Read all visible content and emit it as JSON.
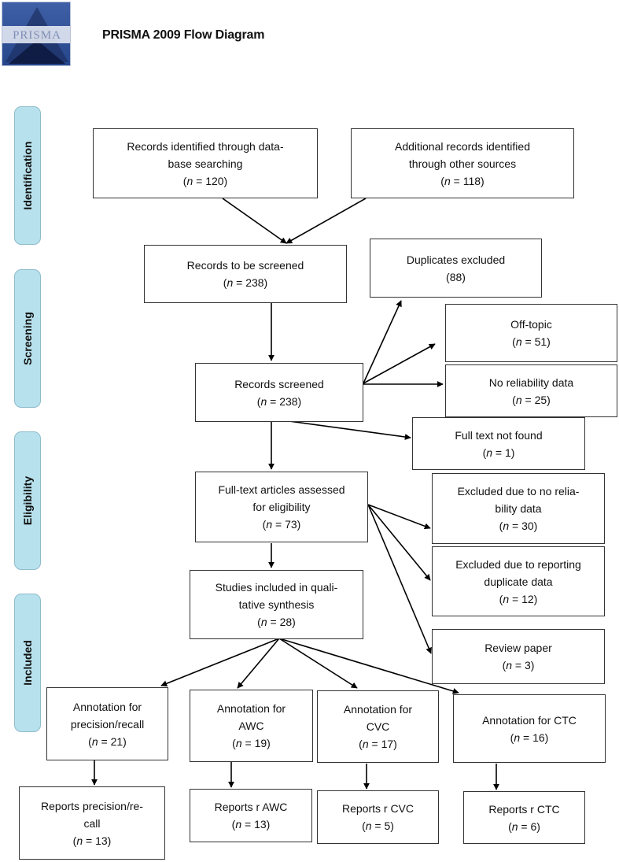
{
  "logo": {
    "text": "PRISMA"
  },
  "header": {
    "title": "PRISMA 2009 Flow Diagram"
  },
  "stages": [
    "Identification",
    "Screening",
    "Eligibility",
    "Included"
  ],
  "count_prefix": "n",
  "boxes": {
    "database": {
      "label": "Records identified through data-\nbase searching",
      "count": " = 120)"
    },
    "other_sources": {
      "label": "Additional records identified\nthrough other sources",
      "count": " = 118)"
    },
    "to_screen": {
      "label": "Records to be screened",
      "count": " = 238)"
    },
    "duplicates": {
      "label": "Duplicates excluded",
      "count": "88)"
    },
    "offtopic": {
      "label": "Off-topic",
      "count": " = 51)"
    },
    "screened": {
      "label": "Records screened",
      "count": " = 238)"
    },
    "no_reliability": {
      "label": "No reliability data",
      "count": " = 25)"
    },
    "not_found": {
      "label": "Full text not found",
      "count": " = 1)"
    },
    "fulltext": {
      "label": "Full-text articles assessed\nfor eligibility",
      "count": " = 73)"
    },
    "excl_noreliab": {
      "label": "Excluded due to no relia-\nbility data",
      "count": " = 30)"
    },
    "excl_duplicate": {
      "label": "Excluded due to reporting\nduplicate data",
      "count": " = 12)"
    },
    "included": {
      "label": "Studies included in quali-\ntative synthesis",
      "count": " = 28)"
    },
    "review": {
      "label": "Review paper",
      "count": " = 3)"
    },
    "ann_pr": {
      "label": "Annotation for\nprecision/recall",
      "count": " = 21)"
    },
    "ann_awc": {
      "label": "Annotation for\nAWC",
      "count": " = 19)"
    },
    "ann_cvc": {
      "label": "Annotation for\nCVC",
      "count": " = 17)"
    },
    "ann_ctc": {
      "label": "Annotation for CTC",
      "count": " = 16)"
    },
    "rep_pr": {
      "label": "Reports precision/re-\ncall",
      "count": " = 13)"
    },
    "rep_awc": {
      "label": "Reports r AWC",
      "count": " = 13)"
    },
    "rep_cvc": {
      "label": "Reports r CVC",
      "count": " = 5)"
    },
    "rep_ctc": {
      "label": "Reports r CTC",
      "count": " = 6)"
    }
  }
}
